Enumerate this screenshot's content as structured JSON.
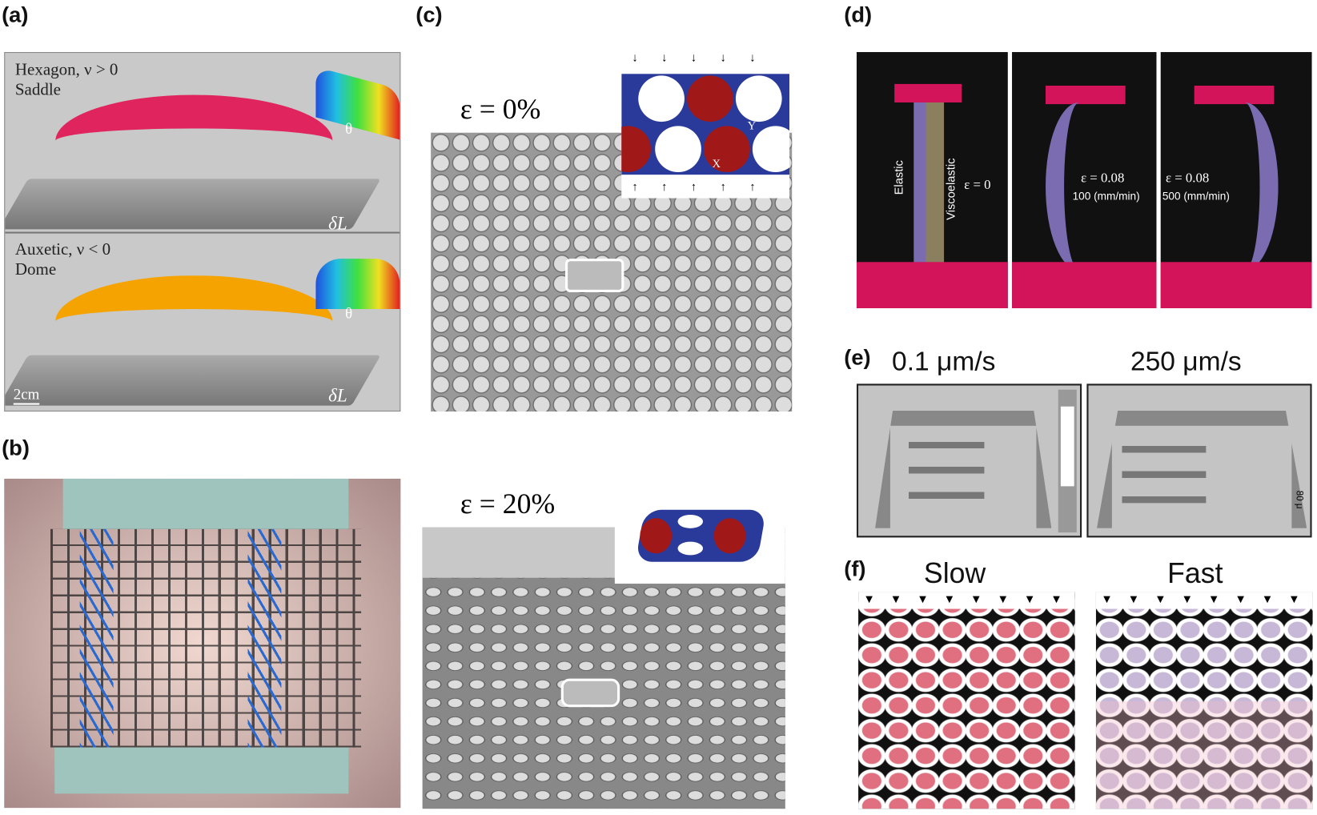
{
  "panels": {
    "a": {
      "label": "(a)",
      "top_text_1": "Hexagon, ν > 0",
      "top_text_2": "Saddle",
      "bottom_text_1": "Auxetic, ν < 0",
      "bottom_text_2": "Dome",
      "theta": "θ",
      "delta_l": "δL",
      "scale_bar": "2cm"
    },
    "b": {
      "label": "(b)"
    },
    "c": {
      "label": "(c)",
      "strain_0": "ε = 0%",
      "strain_20": "ε = 20%",
      "axis_y": "Y",
      "axis_x": "X"
    },
    "d": {
      "label": "(d)",
      "elastic": "Elastic",
      "viscoelastic": "Viscoelastic",
      "eps_0": "ε = 0",
      "eps_1": "ε = 0.08",
      "rate_1": "100 (mm/min)",
      "eps_2": "ε = 0.08",
      "rate_2": "500 (mm/min)"
    },
    "e": {
      "label": "(e)",
      "speed_1": "0.1 μm/s",
      "speed_2": "250 μm/s",
      "scale": "80 μ"
    },
    "f": {
      "label": "(f)",
      "slow": "Slow",
      "fast": "Fast"
    }
  },
  "colors": {
    "saddle": "#e0245e",
    "dome": "#f5a300",
    "lattice_blue": "#2a3a9a",
    "lattice_red": "#a01818",
    "fixture_pink": "#d4145a",
    "sample_purple": "#7b6bb0"
  }
}
